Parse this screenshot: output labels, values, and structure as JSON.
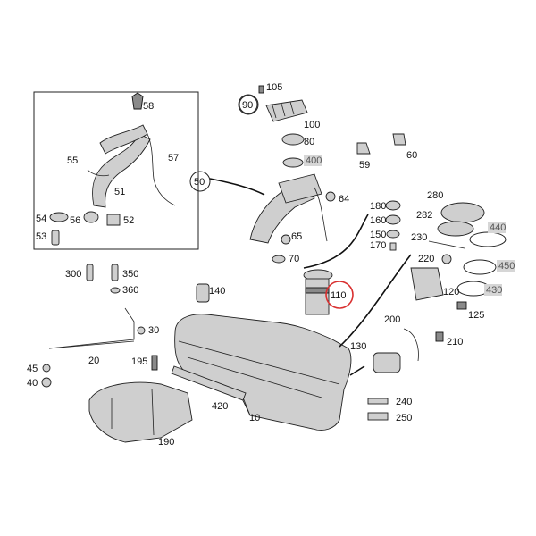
{
  "labels": {
    "l105": "105",
    "l90": "90",
    "l100": "100",
    "l80": "80",
    "l400": "400",
    "l59": "59",
    "l60": "60",
    "l58": "58",
    "l57": "57",
    "l55": "55",
    "l51": "51",
    "l54": "54",
    "l56": "56",
    "l52": "52",
    "l53": "53",
    "l300": "300",
    "l350": "350",
    "l360": "360",
    "l50": "50",
    "l64": "64",
    "l180": "180",
    "l160": "160",
    "l150": "150",
    "l170": "170",
    "l280": "280",
    "l282": "282",
    "l440": "440",
    "l230": "230",
    "l220": "220",
    "l450": "450",
    "l120": "120",
    "l430": "430",
    "l125": "125",
    "l65": "65",
    "l70": "70",
    "l110": "110",
    "l140": "140",
    "l30": "30",
    "l20": "20",
    "l45": "45",
    "l40": "40",
    "l195": "195",
    "l420": "420",
    "l10": "10",
    "l190": "190",
    "l200": "200",
    "l210": "210",
    "l130": "130",
    "l240": "240",
    "l250": "250"
  },
  "colors": {
    "highlight_ring": "#d93030",
    "gray_tag": "#d6d6d6"
  }
}
